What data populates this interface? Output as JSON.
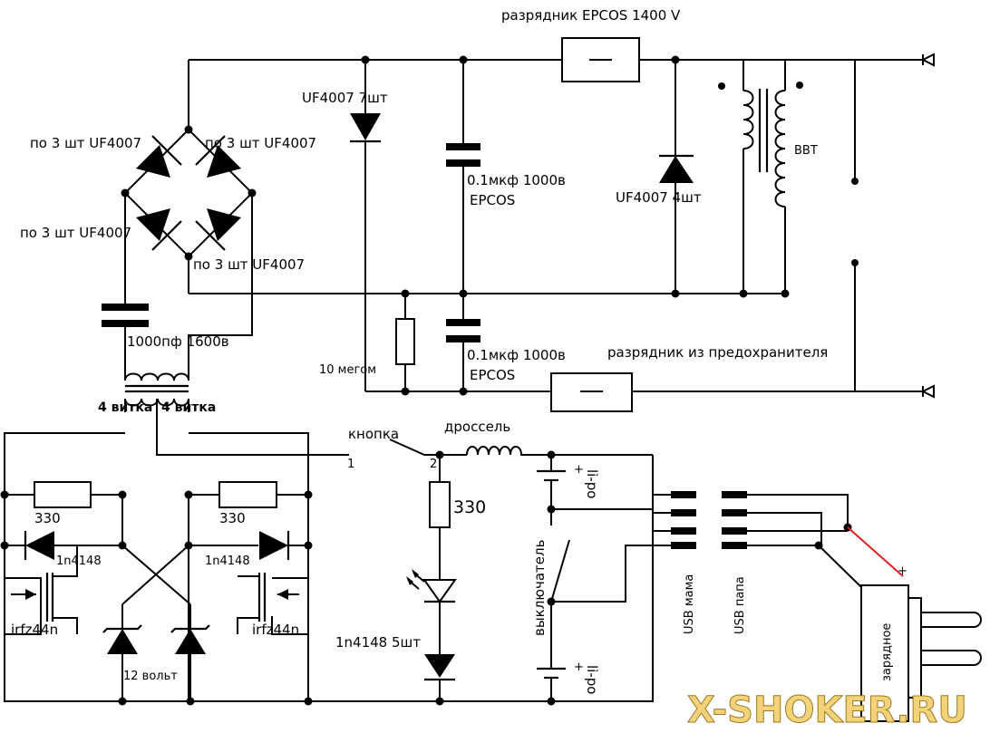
{
  "labels": {
    "spark_gap_top": "разрядник EPCOS 1400 V",
    "uf4007_7": "UF4007 7шт",
    "bridge_tl": "по 3 шт UF4007",
    "bridge_tr": "по 3 шт UF4007",
    "bridge_bl": "по 3 шт UF4007",
    "bridge_br": "по 3 шт UF4007",
    "cap1": "0.1мкф 1000в",
    "cap1_brand": "EPCOS",
    "uf4007_4": "UF4007 4шт",
    "bbt": "ВВТ",
    "cap_1000pf": "1000пф 1600в",
    "resistor_10m": "10 мегом",
    "cap2": "0.1мкф 1000в",
    "cap2_brand": "EPCOS",
    "spark_gap_bottom": "разрядник из предохранителя",
    "turns_left": "4 витка",
    "turns_right": "4 витка",
    "button": "кнопка",
    "choke": "дроссель",
    "li_po_top": "li-po",
    "li_po_bottom": "li-po",
    "r330_left": "330",
    "r330_right": "330",
    "r330_mid": "330",
    "diode_left": "1n4148",
    "diode_right": "1n4148",
    "mosfet_left": "irfz44n",
    "mosfet_right": "irfz44n",
    "zener": "12 вольт",
    "diodes_5": "1n4148 5шт",
    "switch": "выключатель",
    "usb_female": "USB мама",
    "usb_male": "USB папа",
    "charger": "зарядное",
    "plus_top": "+",
    "plus_bottom": "+",
    "plus_charger": "+",
    "pin1": "1",
    "pin2": "2"
  },
  "watermark": "X-SHOKER.RU",
  "colors": {
    "wire": "#000000",
    "red_wire": "#e02020",
    "watermark_fill": "#f4d27a"
  }
}
